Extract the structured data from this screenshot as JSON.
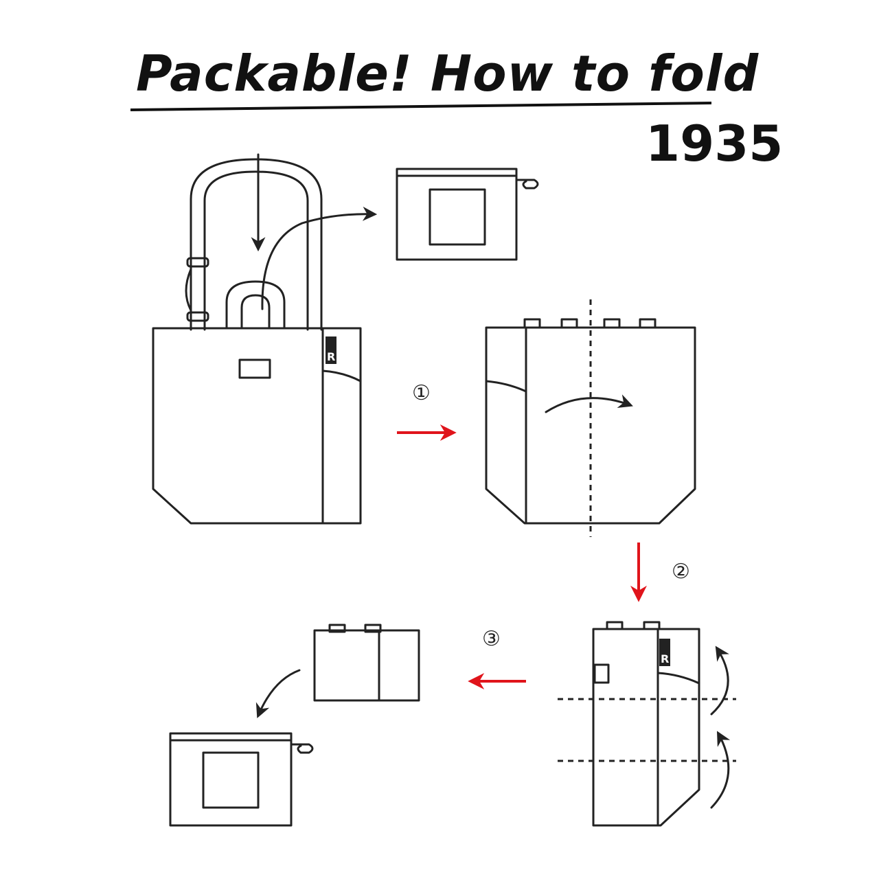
{
  "header": {
    "title": "Packable!  How to fold",
    "model_number": "1935"
  },
  "steps": [
    {
      "label": "①"
    },
    {
      "label": "②"
    },
    {
      "label": "③"
    }
  ],
  "logo": {
    "letter": "R"
  },
  "colors": {
    "line": "#222222",
    "step_arrow": "#e0141b",
    "background": "#ffffff"
  }
}
